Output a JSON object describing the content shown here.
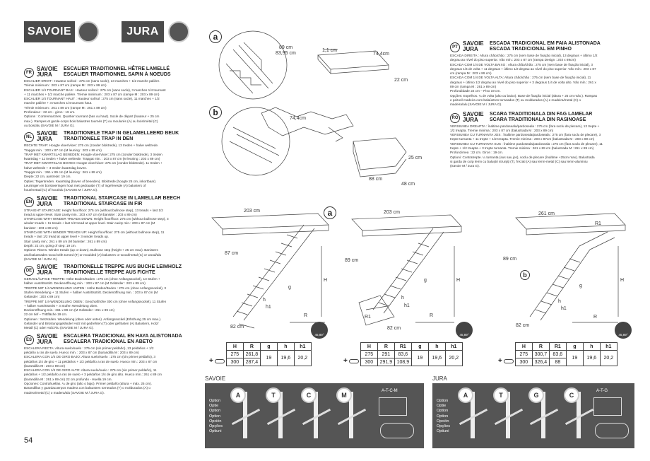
{
  "header": {
    "savoie": "SAVOIE",
    "jura": "JURA"
  },
  "page_number": "54",
  "left_sections": [
    {
      "lang": "FR",
      "brand1": "SAVOIE",
      "brand2": "JURA",
      "title1": "ESCALIER TRADITIONNEL HÊTRE LAMELLÉ",
      "title2": "ESCALIER TRADITIONNEL SAPIN À NOEUDS",
      "lines": [
        "ESCALIER DROIT : Hauteur sol/sol : 275 cm (sans socle), 13 marches + 1/2 marche palière.",
        "Trémie minimum : 203 x 87 cm (rampe M : 203 x 89 cm)",
        "ESCALIER 1/4 TOURNANT BAS : Hauteur sol/sol : 275 cm (sans socle), 3 marches 1/4 tournant",
        "+ 11 marches + 1/2 marche palière. Trémie minimum : 203 x 87 cm (rampe M : 203 x 89 cm)",
        "ESCALIER 1/4 TOURNANT HAUT : Hauteur sol/sol : 275 cm (sans socle), 11 marches + 1/2",
        "marche palière + 3 marches 1/4 tournant haut.",
        "Trémie minimum : 261 x 89 cm (rampe M : 261 x 89 cm)",
        "Profondeur : 22 cm - giron : 19 cm.",
        "Options : Contremarches. Quartier tournant (bas ou haut). Socle de départ (hauteur + 25 cm",
        "max.). Rampes et garde-corps bois balustres tournés (T) ou moulurés (A) ou bois/métal (C)",
        "ou bois/alu (SAVOIE M / JURA G)."
      ]
    },
    {
      "lang": "NL",
      "brand1": "SAVOIE",
      "brand2": "JURA",
      "title1": "TRADITIONELE TRAP IN GELAMELLEERD BEUK",
      "title2": "TRADITIONELE TRAP IN DEN",
      "lines": [
        "RECHTE TRAP: Hoogte vloer/vloer: 275 cm (zonder bloktrede), 13 treden + halve weltrede.",
        "Trapgat min. : 203 x 87 cm (M leuning : 203 x 89 cm)",
        "TRAP MET KWARTSLAG BENEDEN: Hoogte vloer/vloer: 275 cm (zonder bloktrede), 3 treden",
        "kwartslag + 11 treden + halve weltrede. Trapgat min. : 203 x 87 cm (M leuning : 203 x 89 cm)",
        "TRAP MET KWARTSLAG BOVEN: Hoogte vloer/vloer: 275 cm (zonder bloktrede). 11 treden +",
        "halve weltrede + 3 treden kwartslag boven.",
        "Trapgat min. : 261 x 89 cm (M leuning : 261 x 89 cm)",
        "Diepte: 22 cm, aantrede: 19 cm.",
        "Opties: Tegentreden. Kwartslag (boven of beneden). Bloktrede (hoogte 25 cm, inkortbaar).",
        "Leuningen en borstweringen hout met gedraaide (T) of ingefreesde (A) balusters of",
        "hout/metaal (C) of hout/alu (SAVOIE M / JURA G)."
      ]
    },
    {
      "lang": "EN",
      "brand1": "SAVOIE",
      "brand2": "JURA",
      "title1": "TRADITIONAL STAIRCASE IN LAMELLAR BEECH",
      "title2": "TRADITIONAL STAIRCASE IN FIR",
      "lines": [
        "STRAIGHT STAIRCASE: Height floor/floor: 275 cm (without bullnose step), 13 treads + last 1/2",
        "tread at upper level. Stair cavity min.: 203 x 87 cm (M banister : 203 x 89 cm)",
        "STAIRCASE WITH WINDER TREADS DOWN: Height floor/floor: 275 cm (without bullnose step), 3",
        "winder treads + 11 treads + last 1/2 tread at upper level. Stair cavity min.: 203 x 87 cm (M",
        "banister : 203 x 89 cm)",
        "STAIRCASE WITH WINDER TREADS UP: Height floor/floor: 275 cm (without bullnose step), 11",
        "treads + last 1/2 tread at upper level + 3 winder treads up.",
        "Stair cavity min.: 261 x 89 cm (M banister : 261 x 89 cm)",
        "Depth: 22 cm, going of step: 19 cm.",
        "Options: Risers. Winder treads (up or down). Bullnose step (height + 25 cm max). Banisters",
        "and balustrades wood with turned (T) or moulded (A) balusters or wood/metal (C) or wood/alu",
        "(SAVOIE M / JURA G)."
      ]
    },
    {
      "lang": "DE",
      "brand1": "SAVOIE",
      "brand2": "JURA",
      "title1": "TRADITIONELLE TREPPE AUS BUCHE LEIMHOLZ",
      "title2": "TRADITIONELLE TREPPE AUS FICHTE",
      "lines": [
        "GERADLÄUFIGE TREPPE: Höhe Boden/Boden : 275 cm (ohne Anfangssockel), 13 Stufen +",
        "halber Austrittsstritt. Deckenöffnung min. : 203 x 87 cm (M Geländer : 203 x 89 cm)",
        "TREPPE MIT 1/4-WENDELUNG UNTEN : Höhe Boden/Boden : 275 cm (ohne Anfangssockel), 3",
        "Stufen Wendelung + 11 Stufen + halber Austrittsstritt. Deckenöffnung min. : 203 x 87 cm (M",
        "Geländer : 203 x 89 cm)",
        "TREPPE MIT 1/4-WENDELUNG OBEN : Geschoßhöhe 300 cm (ohne Anfangssockel), 11 Stufen",
        "+ halber Austrittsstritt + 3 Stufen Wendelung oben.",
        "Deckenöffnung min.: 261 x 89 cm (M Geländer : 261 x 89 cm)",
        "22 cm tief – Trittfläche 19 cm.",
        "Optionen : Setzstufen. Wendelung (oben oder unten). Anfangssockel (Erhöhung 25 cm max.).",
        "Geländer und Brüstungsgeländer Holz mit gedrehten (T) oder gefrästen (A) Balustern, Holz/",
        "Metall (C) oder Holz/Alu (SAVOIE M / JURA G)."
      ]
    },
    {
      "lang": "ES",
      "brand1": "SAVOIE",
      "brand2": "JURA",
      "title1": "ESCALERA TRADICIONAL EN HAYA ALISTONADA",
      "title2": "ESCALERA TRADICIONAL EN ABETO",
      "lines": [
        "ESCALERA RECTA: Altura suelo/suelo : 275 cm (sin primer peldaño), 13 peldaños + 1/2",
        "peldaño a ras de suelo. Hueco mín. : 203 x 87 cm (barandilla M : 203 x 89 cm)",
        "ESCALERA CON 1/4 DE GIRO BAJO: Altura suelo/suelo : 275 cm (sin primer peldaño), 3",
        "peldaños 1/4 de giro + 11 peldaños + 1/2 peldaño a ras de suelo. Hueco mín.: 203 x 87 cm",
        "(barandilla M : 203 x 89 cm)",
        "ESCALERA CON 1/4 DE GIRO ALTO: Altura suelo/suelo : 275 cm (sin primer peldaño), 11",
        "peldaños + 1/2 peldaño a ras de suelo + 3 peldaños 1/4 de giro alto. Hueco mín.: 261 x 89 cm",
        "(barandilla M : 261 x 89 cm) 22 cm profundo - Huella 19 cm.",
        "Opciones: Contrahuellas. ¼ de giro (alto o bajo). Primer peldaño (altura + máx. 25 cm).",
        "Barandillas y guardacuerpos madera con balaustres torneados (T) o moldurados (A) o",
        "madera/metal (C) o madera/alu (SAVOIE M / JURA G)."
      ]
    }
  ],
  "right_sections": [
    {
      "lang": "PT",
      "brand1": "SAVOIE",
      "brand2": "JURA",
      "title1": "ESCADA TRADICIONAL EM FAIA ALISTONADA",
      "title2": "ESCADA TRADICIONAL EM PINHO",
      "lines": [
        "ESCADA DIREITA : Altura chão/chão : 275 cm (sem base de fixação inicial), 13 degraus + último 1/2",
        "degrau ao nível do piso superior. Vão mín.: 203 x 87 cm (rampa Design : 203 x 89cm)",
        "ESCADA COM 1/4 DE VOLTA BAIXO : Altura chão/chão : 275 cm (sem base de fixação inicial), 3",
        "degraus 1/4 de volta + 11 degraus + último 1/2 degrau ao nível do piso superior. Vão mín.: 203 x 87",
        "cm (rampa M : 203 x 89 cm)",
        "ESCADA COM 1/4 DE VOLTA ALTA: Altura chão/chão : 275 cm (sem base de fixação inicial), 11",
        "degraus + último 1/2 degrau ao nível do piso superior + 3 degraus 1/4 de volta alto. Vão mín.: 261 x",
        "89 cm (rampa M : 261 x 89 cm)",
        "Profundidade 22 cm – Piso 19 cm.",
        "Opções: Espelhos. ¼ de volta (alto ou baixo). Base de fixação inicial (altura + 25 cm máx.). Rampas",
        "e peitoril madeira com balaústres torneados (T) ou moldurados (A) e madeira/metal (C) o",
        "madeira/alu (SAVOIE M / JURA G)."
      ]
    },
    {
      "lang": "RO",
      "brand1": "SAVOIE",
      "brand2": "JURA",
      "title1": "SCARA TRADITIONALA DIN FAG LAMELAR",
      "title2": "SCARA TRADITIONALA DIN RASINOASE",
      "lines": [
        "VERSIUNEA DREAPTA : înaltime pardoseala/pardoseala : 275 cm (fara soclu de plecare), 13 trepte +",
        "1/2 treapta. Tremie minima : 203 x 87 cm (balustrada M : 203 x 89 cm)",
        "VERSIUNEA CU TURNANTA JOS : înaltime pardoseala/pardoseala : 275 cm (fara soclu de plecare), 3",
        "trepte turnanta + 11 trepte + 1/2 treapta. Tremie minima : 203 x 87cm (balustrada M : 203 x 89 cm)",
        "VERSIUNEA CU TURNANTA SUS : înaltime pardoseala/pardoseala : 275 cm (fara soclu de plecare), 11",
        "trepte + 1/2 treapta + 3 trepte turnanta. Tremie minima : 261 x 89 cm (balustrada M : 261 x 89 cm)",
        "Profunzimea : 22 cm. Giron : 19 cm.",
        "Optiuni: Contratrepte. ¼ turnanta (sus sau jos), soclu de plecare (înaltime +25cm max). Balustrada",
        "si garda de corp lemn cu baluștri strunjiți (T), frezati (A) sau lemn-metal (C) sau lemn-aluminiu",
        "(Savoie M / Jura G)."
      ]
    }
  ],
  "diagram_labels": {
    "a": "a",
    "b": "b",
    "d_89": "89 cm",
    "d_8395": "83,95 cm",
    "d_11": "1,1 cm",
    "d_744a": "74,4cm",
    "d_22": "22 cm",
    "d_744b": "74,4cm",
    "d_88": "88 cm",
    "d_25": "25 cm",
    "d_48": "48 cm",
    "s1_203": "203 cm",
    "s1_87": "87 cm",
    "s1_82": "82 cm",
    "s2_203": "203 cm",
    "s2_89": "89 cm",
    "s2_82": "82 cm",
    "s3_261": "261 cm",
    "s3_89": "89 cm",
    "s3_82": "82 cm",
    "H": "H",
    "R": "R",
    "R1": "R1",
    "g": "g",
    "h": "h",
    "h1": "h1",
    "angle": "45,89°"
  },
  "tables": [
    {
      "headers": [
        "H",
        "R",
        "g",
        "h",
        "h1"
      ],
      "rows": [
        [
          "275",
          "261,8",
          "19",
          "19,6",
          "20,2"
        ],
        [
          "300",
          "287,4",
          "",
          "",
          ""
        ]
      ]
    },
    {
      "headers": [
        "H",
        "R",
        "R1",
        "g",
        "h",
        "h1"
      ],
      "rows": [
        [
          "275",
          "291",
          "83,6",
          "19",
          "19,6",
          "20,2"
        ],
        [
          "300",
          "291,9",
          "108,9",
          "",
          "",
          ""
        ]
      ]
    },
    {
      "headers": [
        "H",
        "R",
        "R1",
        "g",
        "h",
        "h1"
      ],
      "rows": [
        [
          "275",
          "300,7",
          "83,6",
          "19",
          "19,6",
          "20,2"
        ],
        [
          "300",
          "326,4",
          "88",
          "",
          "",
          ""
        ]
      ]
    }
  ],
  "plus": "+",
  "options": {
    "savoie_label": "SAVOIE",
    "jura_label": "JURA",
    "words": [
      "Option",
      "Optie",
      "Option",
      "Option",
      "Opción",
      "Opções",
      "Optiuni"
    ],
    "savoie_circles": [
      "A",
      "T",
      "C",
      "M"
    ],
    "savoie_tag": "A-T-C-M",
    "jura_circles": [
      "A",
      "T",
      "G",
      "C"
    ],
    "jura_tag": "A-T-G"
  },
  "colors": {
    "panel": "#555555",
    "badge": "#4a4a4a",
    "text": "#222222"
  }
}
